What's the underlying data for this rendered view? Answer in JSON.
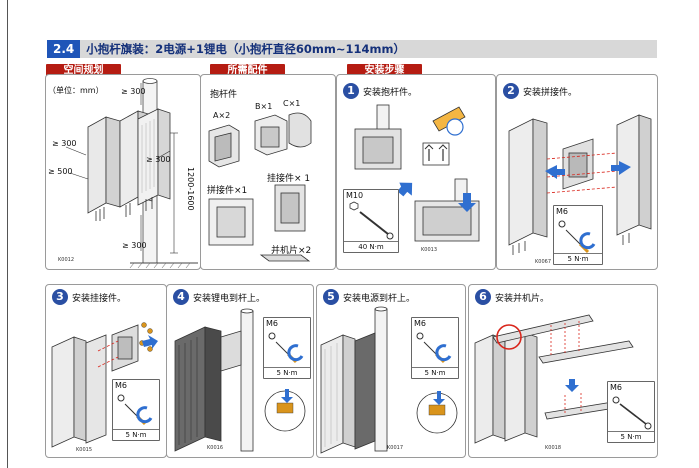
{
  "section": {
    "number": "2.4",
    "title": "小抱杆旗装：2电源+1锂电（小抱杆直径60mm~114mm）"
  },
  "space_planning": {
    "tag": "空间规划",
    "unit": "（单位：mm）",
    "dimensions": {
      "top": "≥ 300",
      "left_300": "≥ 300",
      "left_500": "≥ 500",
      "right_300": "≥ 300",
      "bottom": "≥ 300",
      "height": "1200-1600"
    },
    "code": "K0012"
  },
  "accessories": {
    "tag": "所需配件",
    "pole_clamp": "抱杆件",
    "a": "A×2",
    "b": "B×1",
    "c": "C×1",
    "splice": "拼接件×1",
    "hanger": "挂接件× 1",
    "cabinet_plate": "并机片×2"
  },
  "install_steps": {
    "tag": "安装步骤"
  },
  "steps": [
    {
      "num": "1",
      "text": "安装抱杆件。",
      "tool": "M10",
      "torque": "40 N·m",
      "code": "K0013"
    },
    {
      "num": "2",
      "text": "安装拼接件。",
      "tool": "M6",
      "torque": "5 N·m",
      "code": "K0067"
    },
    {
      "num": "3",
      "text": "安装挂接件。",
      "tool": "M6",
      "torque": "5 N·m",
      "code": "K0015"
    },
    {
      "num": "4",
      "text": "安装锂电到杆上。",
      "tool": "M6",
      "torque": "5 N·m",
      "code": "K0016"
    },
    {
      "num": "5",
      "text": "安装电源到杆上。",
      "tool": "M6",
      "torque": "5 N·m",
      "code": "K0017"
    },
    {
      "num": "6",
      "text": "安装并机片。",
      "tool": "M6",
      "torque": "5 N·m",
      "code": "K0018"
    }
  ],
  "colors": {
    "section_blue": "#1f55b8",
    "tag_red": "#b51c12",
    "step_blue": "#2a4fa3",
    "arrow_blue": "#2f6fd0",
    "highlight_red": "#d9261c"
  }
}
